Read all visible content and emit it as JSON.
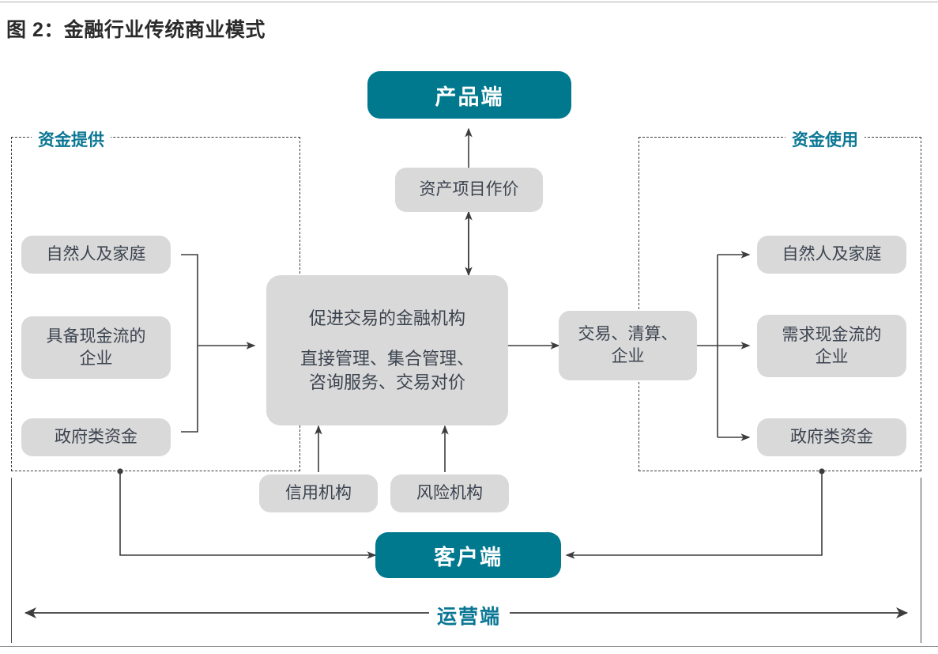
{
  "figure": {
    "title": "图 2：金融行业传统商业模式",
    "accent_teal": "#00798F",
    "node_gray": "#D9D9D9",
    "line_color": "#3D3D3D",
    "label_blue": "#0B7794"
  },
  "top": {
    "product_end": "产品端",
    "asset_pricing": "资产项目作价"
  },
  "left_group": {
    "label": "资金提供",
    "items": [
      {
        "label": "自然人及家庭"
      },
      {
        "label": "具备现金流的\n企业"
      },
      {
        "label": "政府类资金"
      }
    ]
  },
  "center": {
    "line1": "促进交易的金融机构",
    "line2": "直接管理、集合管理、",
    "line3": "咨询服务、交易对价"
  },
  "transaction": {
    "line1": "交易、清算、",
    "line2": "企业"
  },
  "right_group": {
    "label": "资金使用",
    "items": [
      {
        "label": "自然人及家庭"
      },
      {
        "label": "需求现金流的\n企业"
      },
      {
        "label": "政府类资金"
      }
    ]
  },
  "support": {
    "credit_institution": "信用机构",
    "risk_institution": "风险机构"
  },
  "bottom": {
    "client_end": "客户端",
    "operation_end": "运营端"
  }
}
